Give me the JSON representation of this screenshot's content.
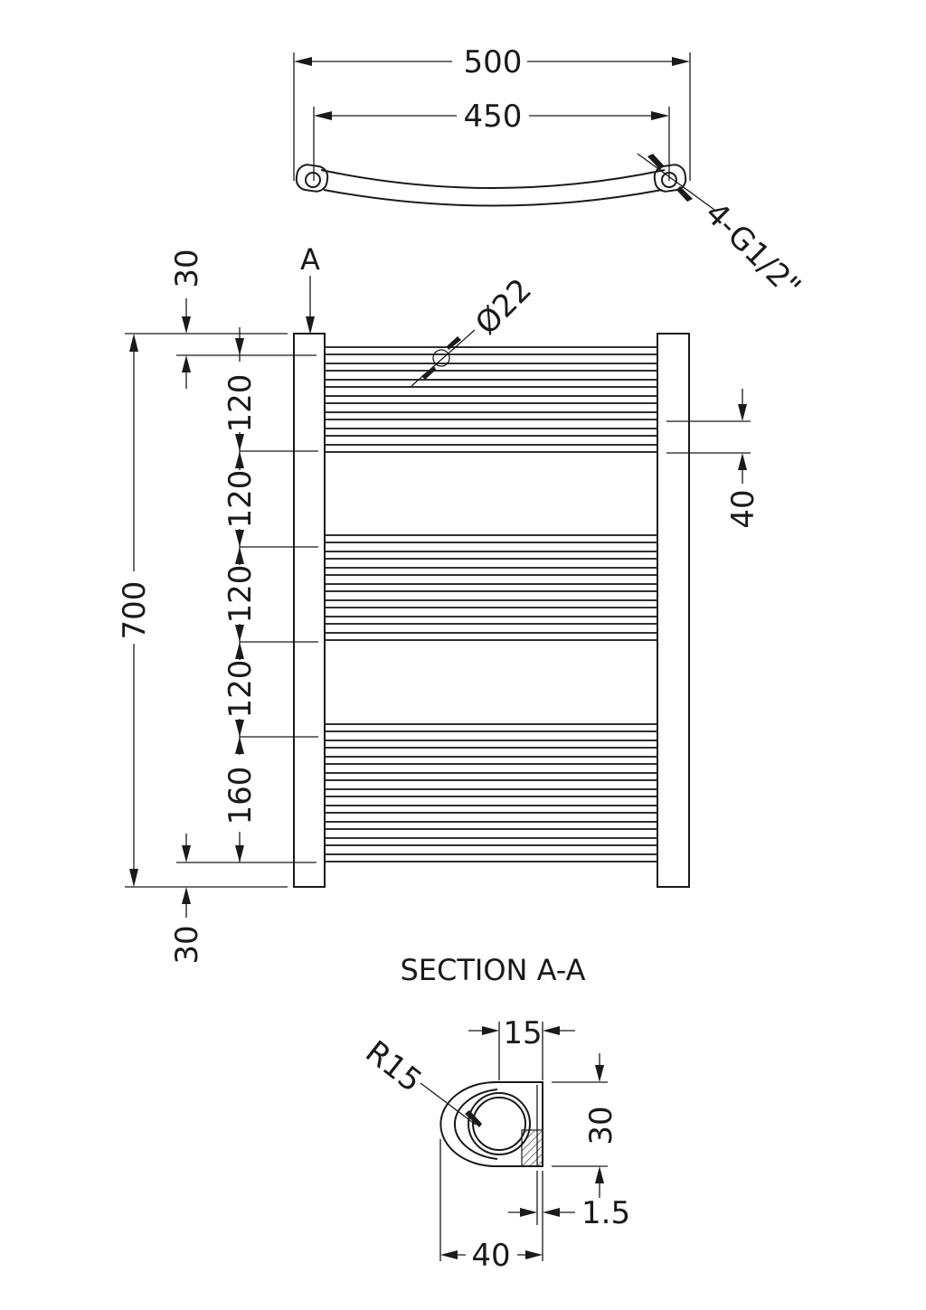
{
  "top_view": {
    "width_overall": "500",
    "width_centres": "450",
    "connection": "4-G1/2\""
  },
  "front_view": {
    "section_marker": "A",
    "tube_diameter": "Ø22",
    "height_overall": "700",
    "top_offset": "30",
    "bottom_offset": "30",
    "gaps": [
      "120",
      "120",
      "120",
      "120",
      "160"
    ],
    "right_spacing": "40"
  },
  "section": {
    "title": "SECTION A-A",
    "radius": "R15",
    "flat_width": "15",
    "height": "30",
    "wall_thickness": "1.5",
    "depth": "40"
  },
  "colors": {
    "line": "#1a1a1a",
    "background": "#ffffff"
  }
}
